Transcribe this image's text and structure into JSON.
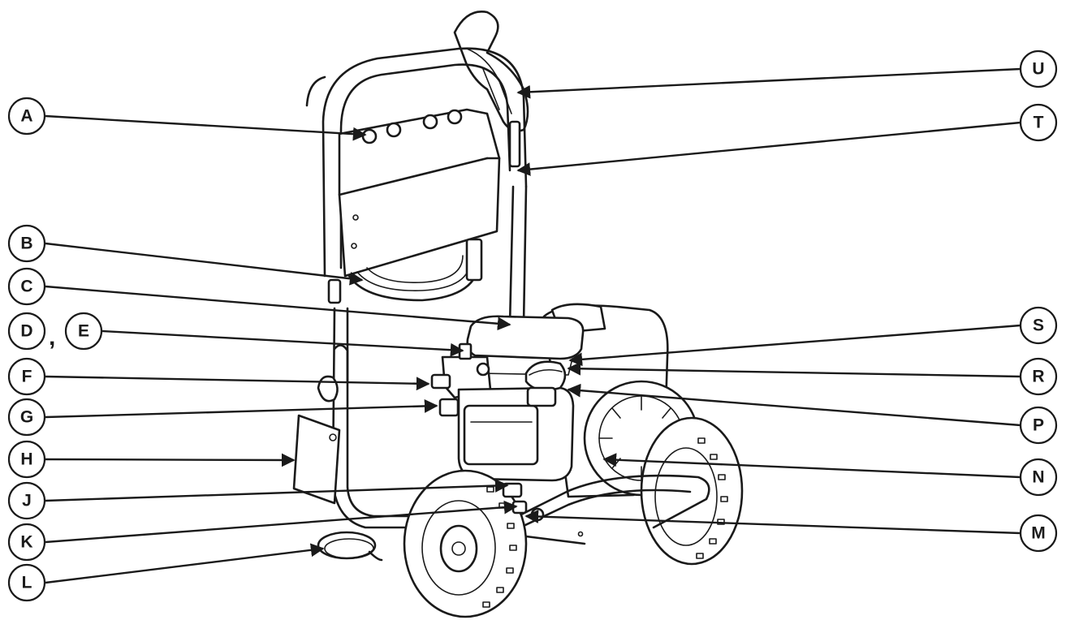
{
  "diagram": {
    "callouts": [
      {
        "id": "A",
        "label": "A"
      },
      {
        "id": "B",
        "label": "B"
      },
      {
        "id": "C",
        "label": "C"
      },
      {
        "id": "D",
        "label": "D"
      },
      {
        "id": "E",
        "label": "E"
      },
      {
        "id": "F",
        "label": "F"
      },
      {
        "id": "G",
        "label": "G"
      },
      {
        "id": "H",
        "label": "H"
      },
      {
        "id": "J",
        "label": "J"
      },
      {
        "id": "K",
        "label": "K"
      },
      {
        "id": "L",
        "label": "L"
      },
      {
        "id": "U",
        "label": "U"
      },
      {
        "id": "T",
        "label": "T"
      },
      {
        "id": "S",
        "label": "S"
      },
      {
        "id": "R",
        "label": "R"
      },
      {
        "id": "P",
        "label": "P"
      },
      {
        "id": "N",
        "label": "N"
      },
      {
        "id": "M",
        "label": "M"
      }
    ],
    "de_separator": ","
  }
}
